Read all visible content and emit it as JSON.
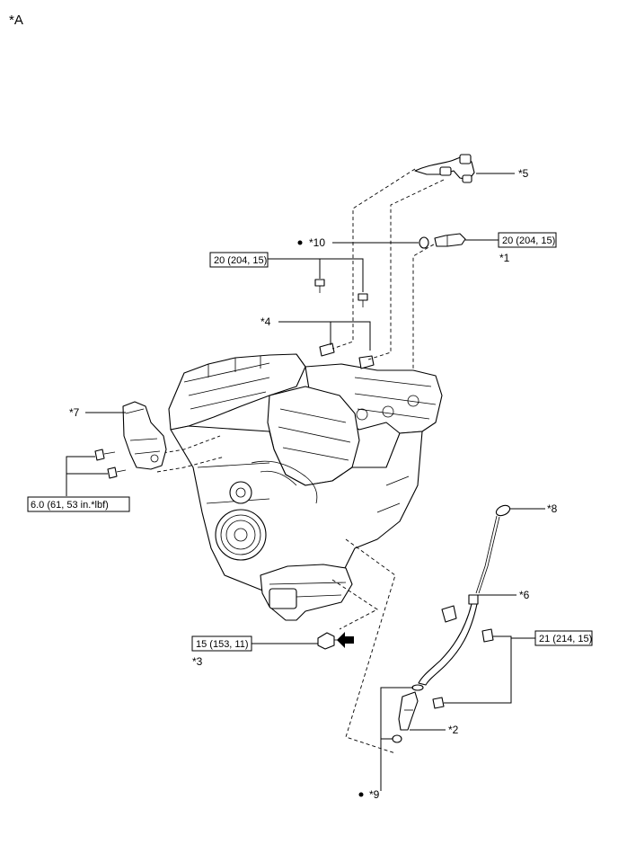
{
  "view_label": "*A",
  "callouts": {
    "c1": "*1",
    "c2": "*2",
    "c3": "*3",
    "c4": "*4",
    "c5": "*5",
    "c6": "*6",
    "c7": "*7",
    "c8": "*8",
    "c9": "*9",
    "c10": "*10"
  },
  "torques": {
    "t_sensor": "20 (204, 15)",
    "t_knock": "20 (204, 15)",
    "t_bracket": "6.0 (61, 53 in.*lbf)",
    "t_oil_switch": "15 (153, 11)",
    "t_guide": "21 (214, 15)"
  },
  "icons": [
    "dot-marker-icon",
    "arrow-left-icon"
  ]
}
